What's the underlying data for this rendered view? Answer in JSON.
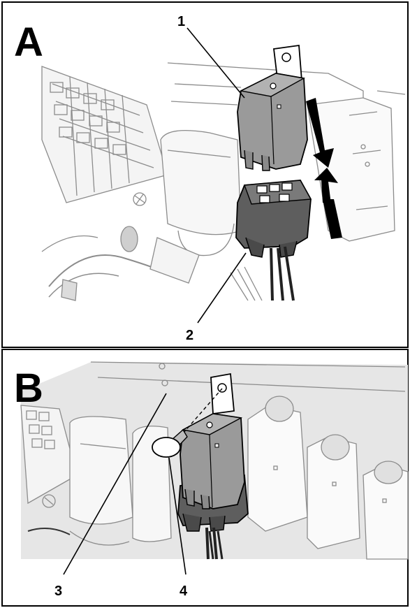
{
  "panels": [
    {
      "letter": "A"
    },
    {
      "letter": "B"
    }
  ],
  "callouts": {
    "c1": "1",
    "c2": "2",
    "c3": "3",
    "c4": "4"
  },
  "colors": {
    "relay_body": "#9a9a9a",
    "connector": "#5e5e5e",
    "outline": "#000000",
    "panel_b_background": "#e6e6e6"
  }
}
